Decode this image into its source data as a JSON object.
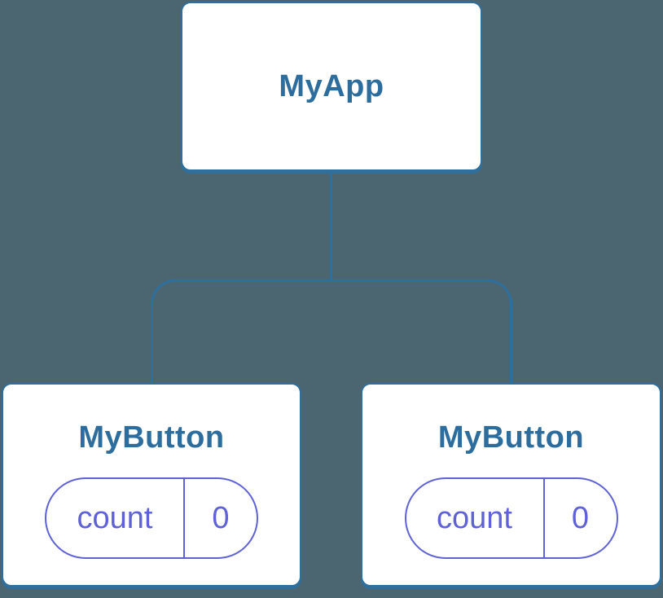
{
  "background_color": "#4c6671",
  "colors": {
    "node_border": "#2e6f9e",
    "node_title_text": "#2d6d9d",
    "connector": "#2e6f9e",
    "state_accent": "#5e61d7",
    "card_fill": "#ffffff"
  },
  "diagram": {
    "root": {
      "label": "MyApp"
    },
    "children": [
      {
        "label": "MyButton",
        "state": {
          "key": "count",
          "value": "0"
        }
      },
      {
        "label": "MyButton",
        "state": {
          "key": "count",
          "value": "0"
        }
      }
    ]
  }
}
